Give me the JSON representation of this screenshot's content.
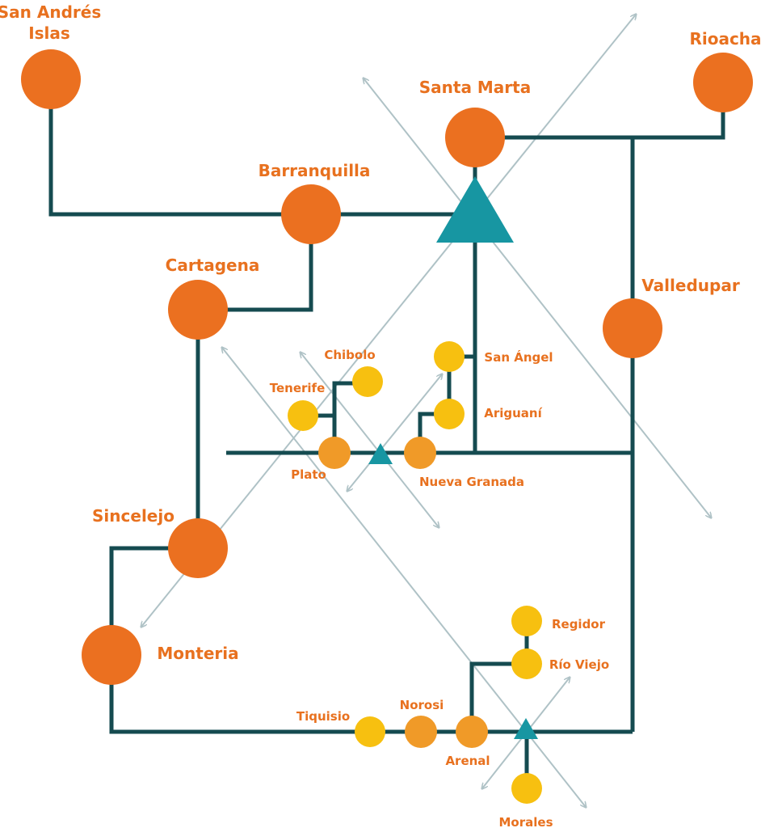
{
  "colors": {
    "connector": "#154B50",
    "diagonal_arrow": "#AFC2C6",
    "city_major": "#EB7020",
    "town_medium": "#F09A28",
    "town_minor": "#F7C010",
    "hub": "#1796A2",
    "label": "#E8711F"
  },
  "labels": {
    "san_andres_line1": "San Andrés",
    "san_andres_line2": "Islas",
    "rioacha": "Rioacha",
    "santa_marta": "Santa Marta",
    "barranquilla": "Barranquilla",
    "cartagena": "Cartagena",
    "valledupar": "Valledupar",
    "sincelejo": "Sincelejo",
    "monteria": "Monteria",
    "chibolo": "Chibolo",
    "tenerife": "Tenerife",
    "plato": "Plato",
    "san_angel": "San Ángel",
    "ariguani": "Ariguaní",
    "nueva_granada": "Nueva Granada",
    "regidor": "Regidor",
    "rio_viejo": "Río Viejo",
    "tiquisio": "Tiquisio",
    "norosi": "Norosi",
    "arenal": "Arenal",
    "morales": "Morales"
  }
}
